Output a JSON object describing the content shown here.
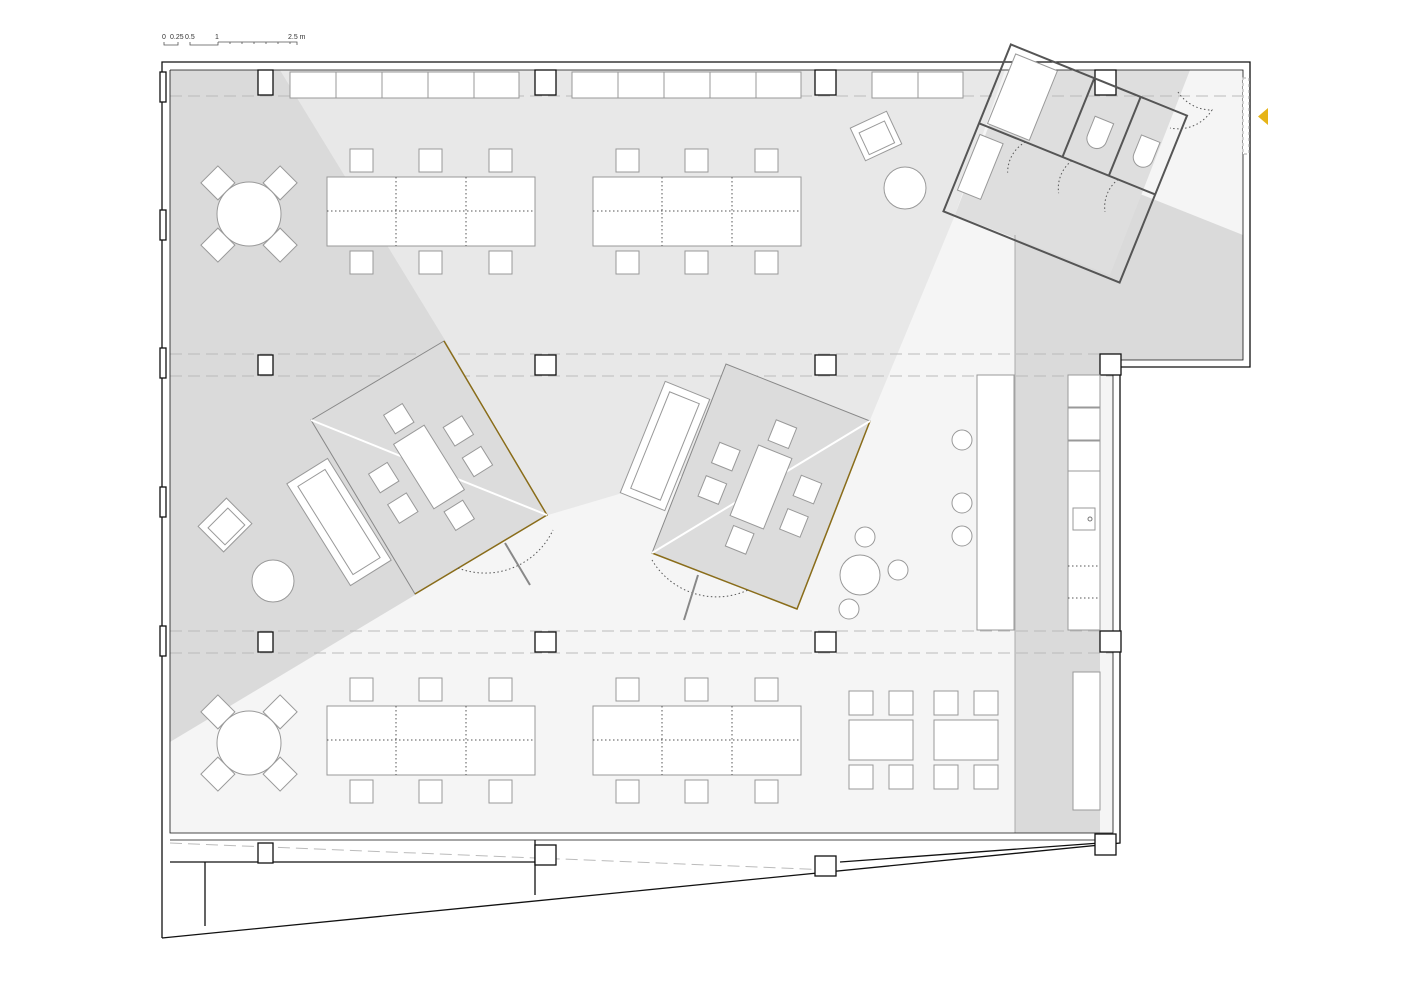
{
  "scale_bar": {
    "labels": [
      "0",
      "0.25",
      "0.5",
      "1",
      "2.5 m"
    ]
  },
  "colors": {
    "entrance_marker": "#e6b418",
    "zone_dark": "#dadada",
    "zone_mid": "#e8e8e8",
    "zone_light": "#f5f5f5",
    "pod_frame": "#8a6d1a"
  },
  "icons": {
    "entrance": "triangle-left"
  }
}
